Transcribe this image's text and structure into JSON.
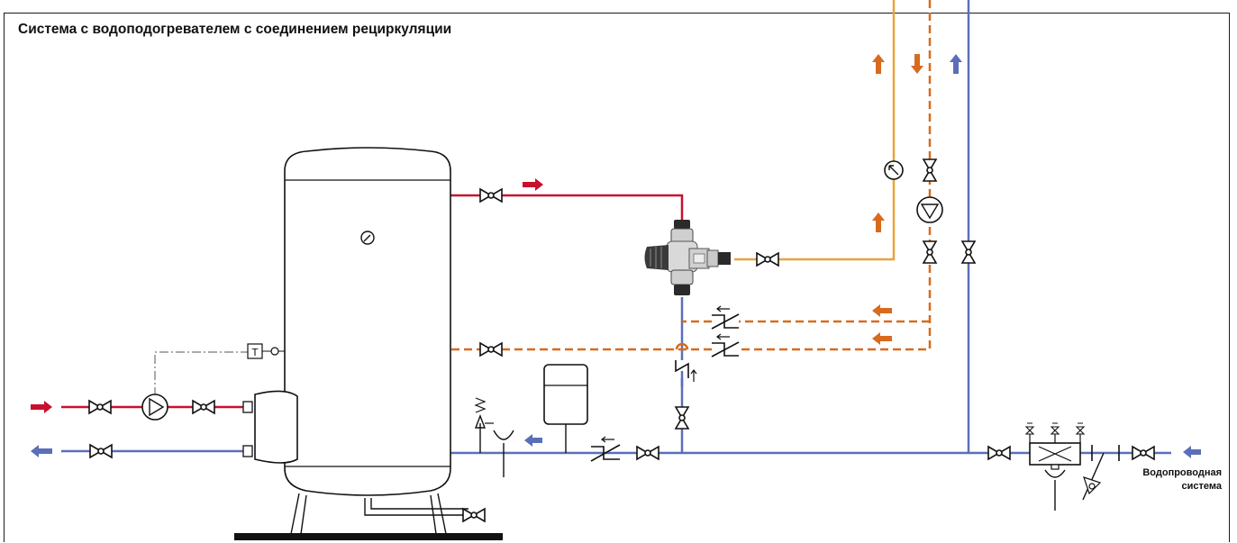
{
  "diagram": {
    "title": "Система с водоподогревателем с соединением рециркуляции",
    "mains_label_line1": "Водопроводная",
    "mains_label_line2": "система",
    "colors": {
      "hot_supply": "#c8102e",
      "cold": "#5b6fb8",
      "mixed_hot": "#e8a33c",
      "recirculation": "#d86a1e",
      "lines": "#111111"
    },
    "temperature_sensor_label": "T",
    "icons": [
      "pressure-gauge-icon",
      "pump-icon",
      "gate-valve-icon",
      "check-valve-icon",
      "safety-valve-icon",
      "expansion-vessel-icon",
      "thermostatic-mixing-valve-icon",
      "filter-icon",
      "backflow-preventer-icon"
    ]
  }
}
